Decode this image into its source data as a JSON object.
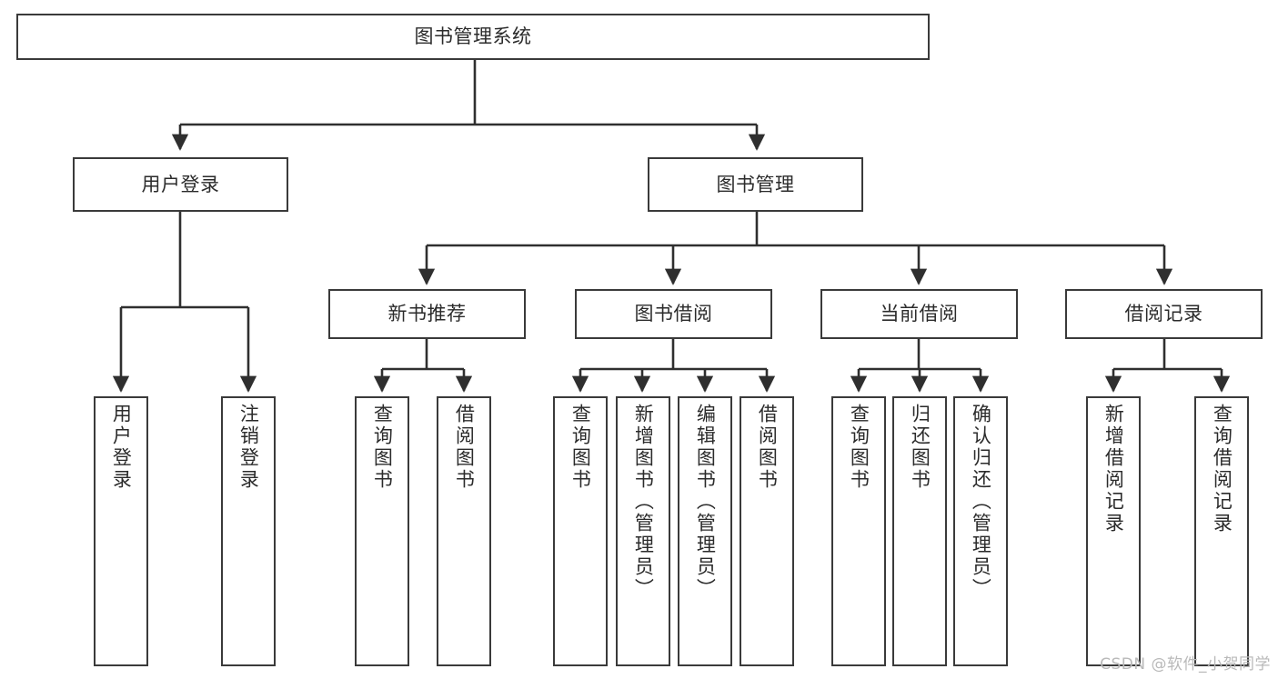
{
  "diagram": {
    "title": "图书管理系统",
    "type": "tree-hierarchy",
    "watermark": "CSDN @软件_小贺同学",
    "colors": {
      "box_border": "#3a3a3a",
      "box_fill": "#ffffff",
      "edge": "#2f2f2f",
      "text": "#2b2b2b",
      "watermark": "#b9b9b9",
      "background": "#ffffff"
    },
    "root": {
      "label": "图书管理系统"
    },
    "level2": [
      {
        "label": "用户登录"
      },
      {
        "label": "图书管理"
      }
    ],
    "level3": [
      {
        "label": "新书推荐"
      },
      {
        "label": "图书借阅"
      },
      {
        "label": "当前借阅"
      },
      {
        "label": "借阅记录"
      }
    ],
    "leaves": {
      "user_login": [
        {
          "label": "用户登录"
        },
        {
          "label": "注销登录"
        }
      ],
      "new_book_recommend": [
        {
          "label": "查询图书"
        },
        {
          "label": "借阅图书"
        }
      ],
      "book_borrow": [
        {
          "label": "查询图书"
        },
        {
          "label": "新增图书（管理员）"
        },
        {
          "label": "编辑图书（管理员）"
        },
        {
          "label": "借阅图书"
        }
      ],
      "current_borrow": [
        {
          "label": "查询图书"
        },
        {
          "label": "归还图书"
        },
        {
          "label": "确认归还（管理员）"
        }
      ],
      "borrow_record": [
        {
          "label": "新增借阅记录"
        },
        {
          "label": "查询借阅记录"
        }
      ]
    }
  }
}
